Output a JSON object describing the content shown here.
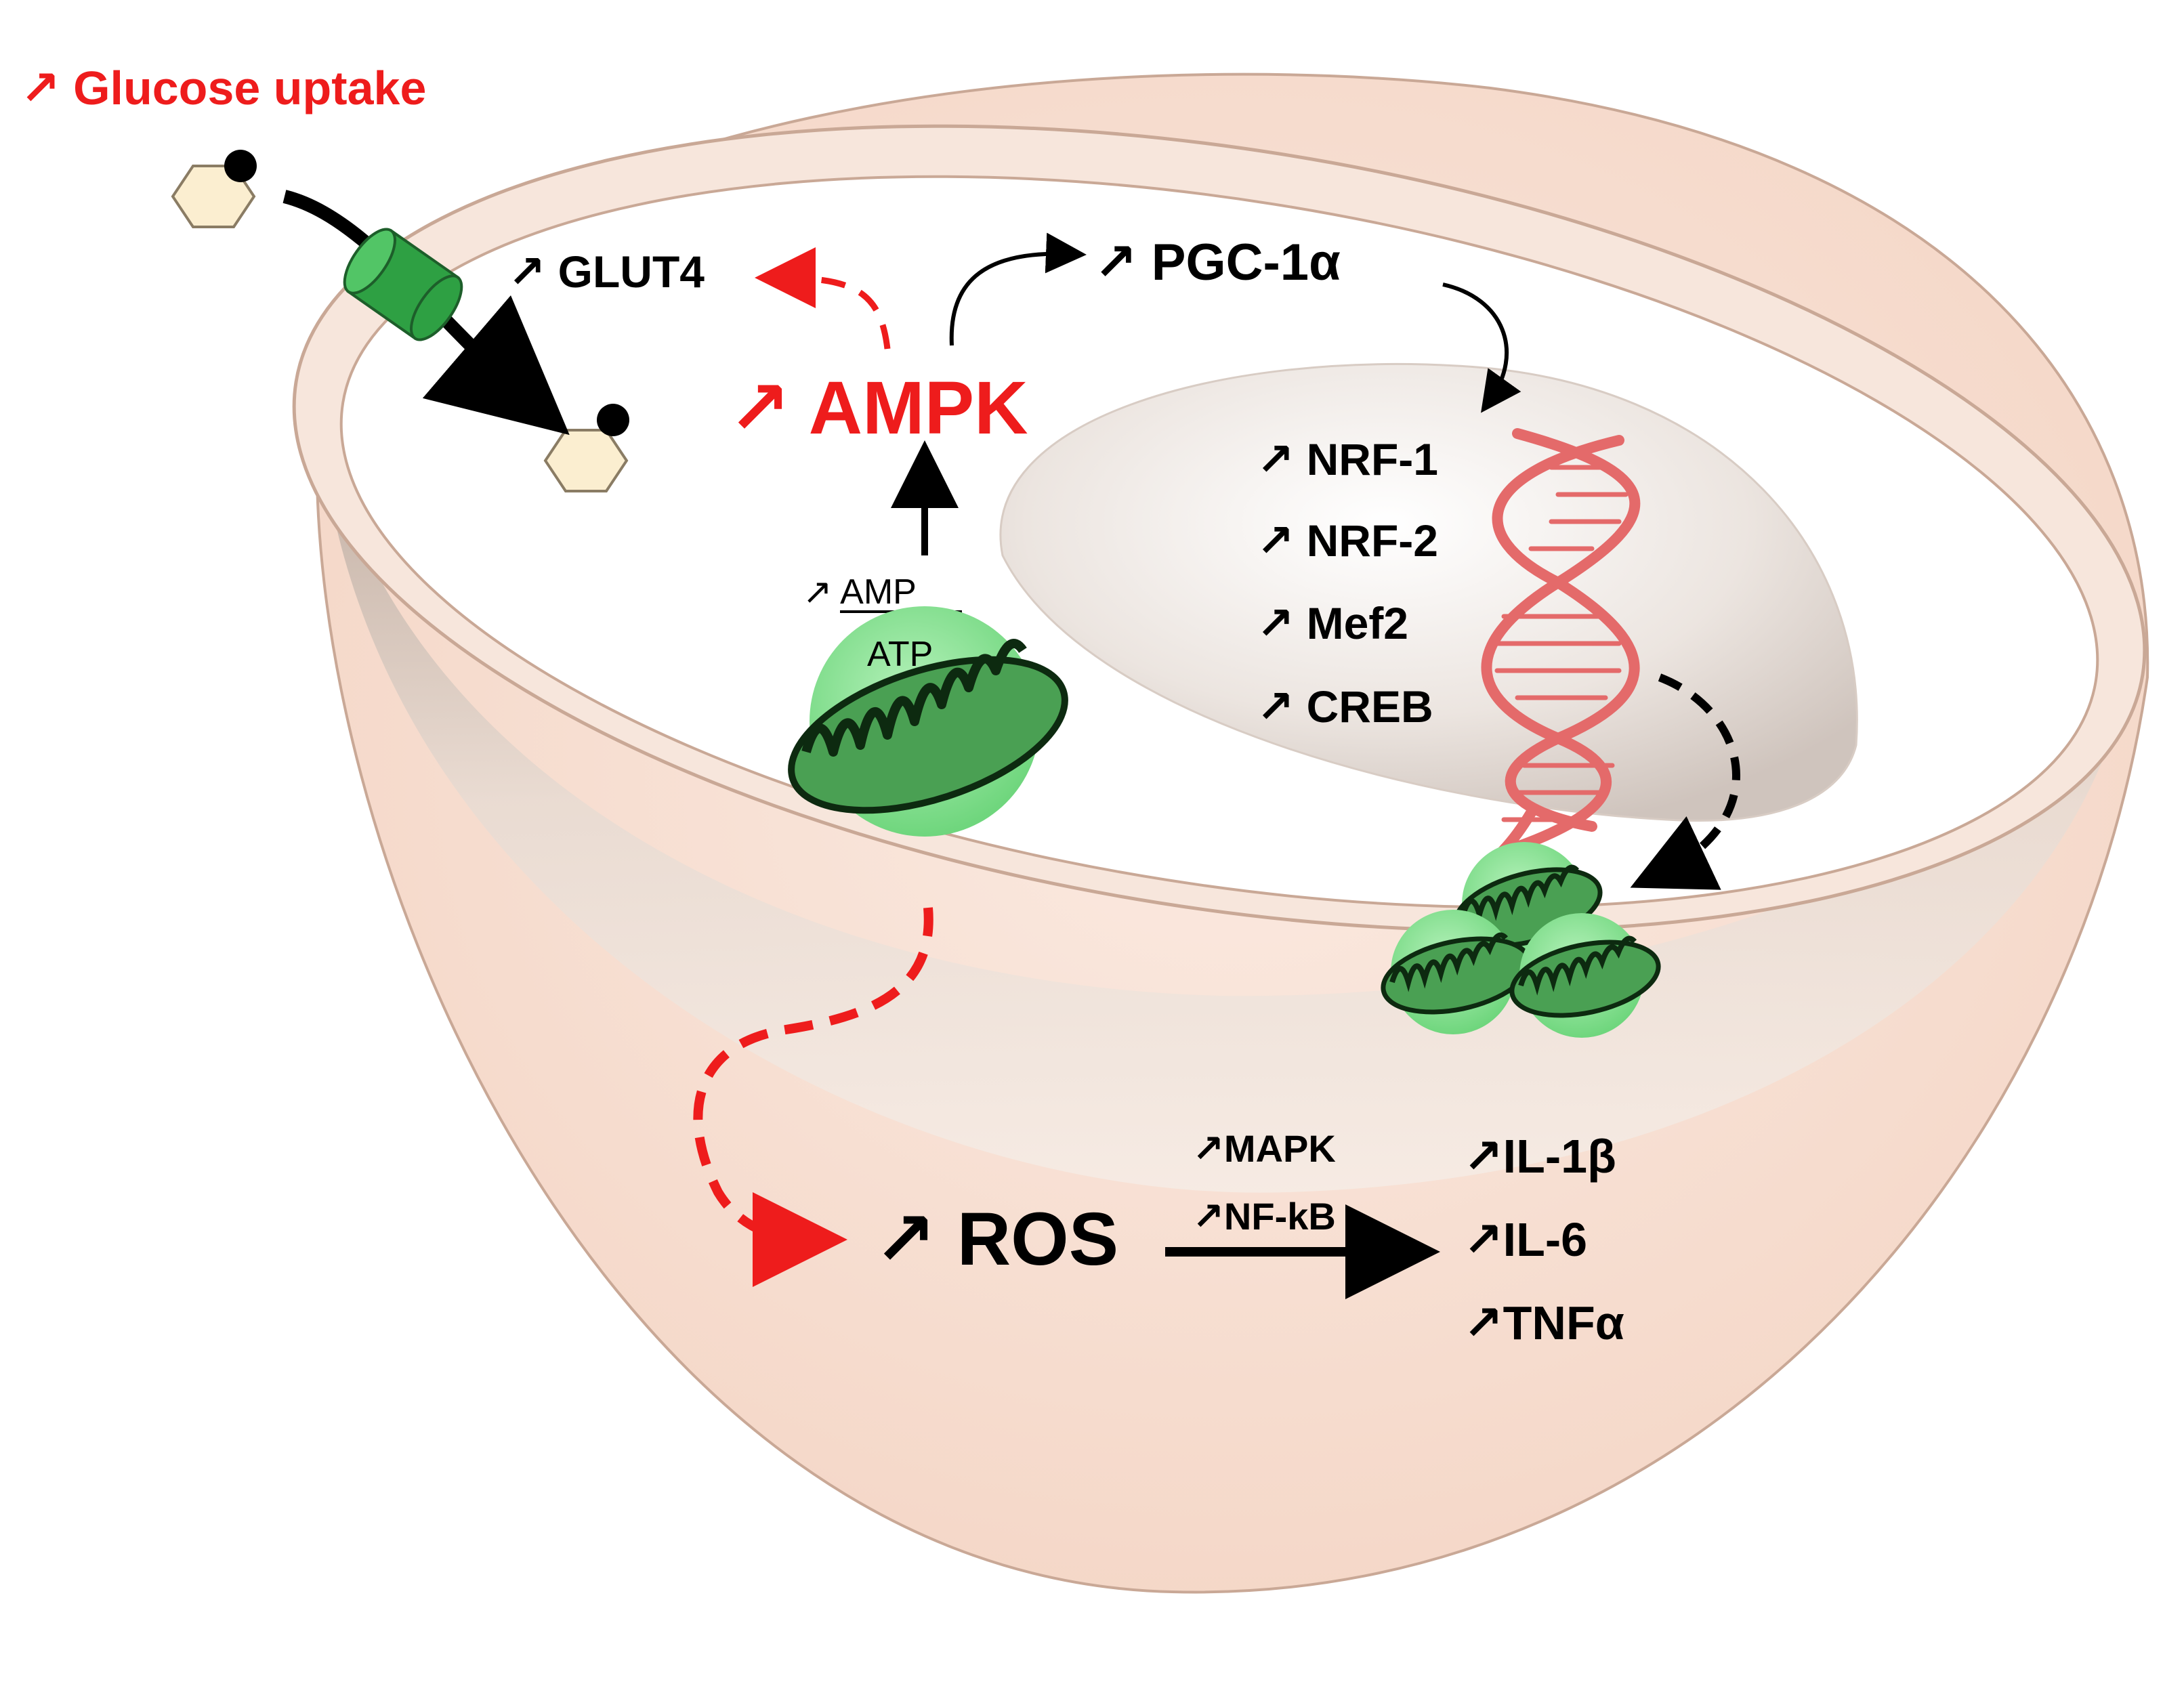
{
  "diagram": {
    "glucose_uptake": "↗ Glucose uptake",
    "glut4": "↗ GLUT4",
    "ampk": "↗ AMPK",
    "pgc1a": "↗ PGC-1α",
    "transcription_factors": [
      "↗ NRF-1",
      "↗ NRF-2",
      "↗ Mef2",
      "↗ CREB"
    ],
    "amp": "↗ AMP",
    "atp": "ATP",
    "ros": "↗ ROS",
    "mapk": "↗MAPK",
    "nfkb": "↗NF-kB",
    "cytokines": [
      "↗IL-1β",
      "↗IL-6",
      "↗TNFα"
    ]
  },
  "colors": {
    "red": "#ee1c1c",
    "cell_fill": "#f7ddd0",
    "mito_green": "#7fe08a",
    "dna_red": "#e46a6a",
    "channel_green": "#2ea043",
    "glucose_fill": "#fbeed0"
  }
}
